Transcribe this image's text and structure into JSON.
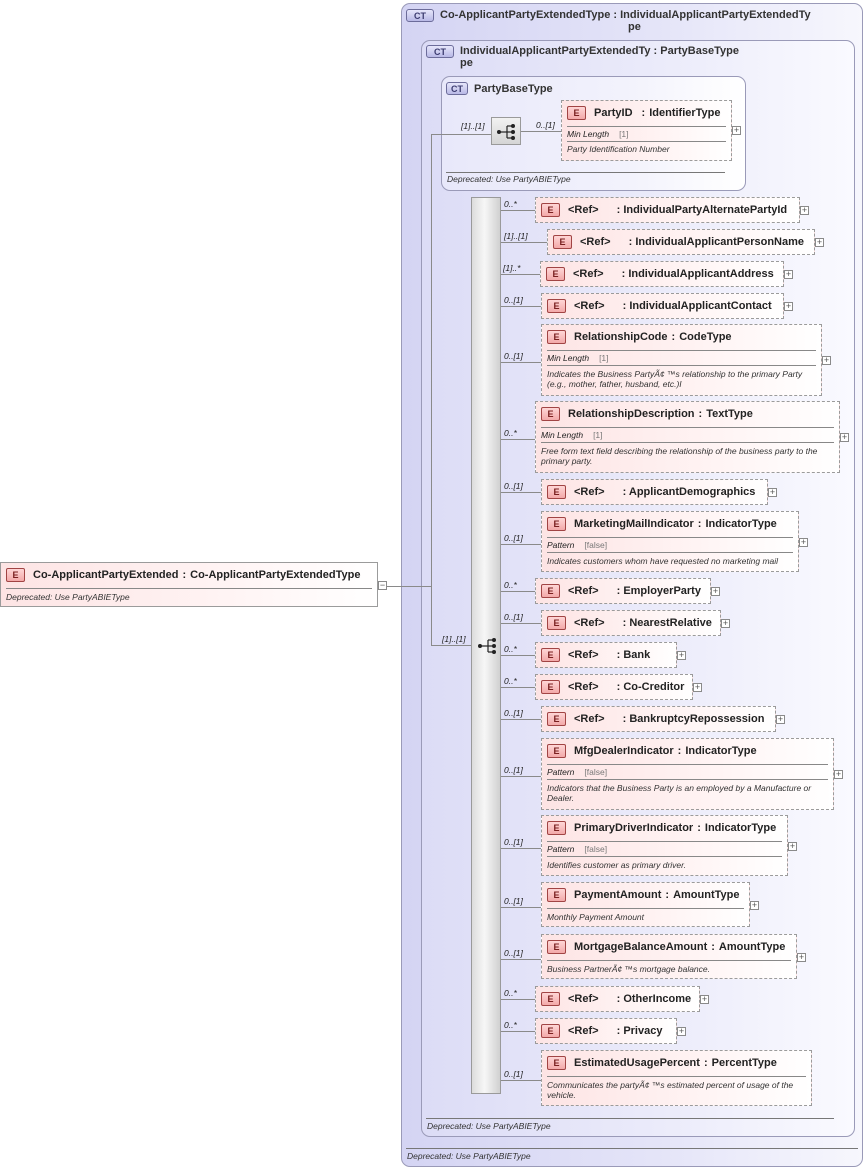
{
  "root_element": {
    "badge": "E",
    "name": "Co-ApplicantPartyExtended",
    "type": "Co-ApplicantPartyExtendedType",
    "doc": "Deprecated: Use PartyABIEType"
  },
  "outer_type": {
    "badge": "CT",
    "title_line1": "Co-ApplicantPartyExtendedType : IndividualApplicantPartyExtendedTy",
    "title_line2": "pe",
    "footer": "Deprecated: Use PartyABIEType"
  },
  "inner_type": {
    "badge": "CT",
    "title_line1": "IndividualApplicantPartyExtendedTy : PartyBaseType",
    "title_line2": "pe",
    "footer": "Deprecated: Use PartyABIEType"
  },
  "base_type": {
    "badge": "CT",
    "title": "PartyBaseType",
    "footer": "Deprecated: Use PartyABIEType",
    "sequence_card": "[1]..[1]",
    "party_id": {
      "card": "0..[1]",
      "name": "PartyID",
      "type": "IdentifierType",
      "facet": "Min Length",
      "facet_value": "[1]",
      "doc": "Party Identification Number"
    }
  },
  "main_sequence_card": "[1]..[1]",
  "children": [
    {
      "card": "0..*",
      "ref": "<Ref>",
      "name": "IndividualPartyAlternatePartyId"
    },
    {
      "card": "[1]..[1]",
      "ref": "<Ref>",
      "name": "IndividualApplicantPersonName"
    },
    {
      "card": "[1]..*",
      "ref": "<Ref>",
      "name": "IndividualApplicantAddress"
    },
    {
      "card": "0..[1]",
      "ref": "<Ref>",
      "name": "IndividualApplicantContact"
    },
    {
      "card": "0..[1]",
      "name": "RelationshipCode",
      "type": "CodeType",
      "facet": "Min Length",
      "facet_value": "[1]",
      "doc": "Indicates the Business PartyÃ¢ ™s relationship to the primary Party (e.g., mother, father, husband, etc.)I"
    },
    {
      "card": "0..*",
      "name": "RelationshipDescription",
      "type": "TextType",
      "facet": "Min Length",
      "facet_value": "[1]",
      "doc": "Free form text field describing the relationship of the business party to the primary party."
    },
    {
      "card": "0..[1]",
      "ref": "<Ref>",
      "name": "ApplicantDemographics"
    },
    {
      "card": "0..[1]",
      "name": "MarketingMailIndicator",
      "type": "IndicatorType",
      "facet": "Pattern",
      "facet_value": "[false]",
      "doc": "Indicates customers whom have requested no marketing mail"
    },
    {
      "card": "0..*",
      "ref": "<Ref>",
      "name": "EmployerParty"
    },
    {
      "card": "0..[1]",
      "ref": "<Ref>",
      "name": "NearestRelative"
    },
    {
      "card": "0..*",
      "ref": "<Ref>",
      "name": "Bank"
    },
    {
      "card": "0..*",
      "ref": "<Ref>",
      "name": "Co-Creditor"
    },
    {
      "card": "0..[1]",
      "ref": "<Ref>",
      "name": "BankruptcyRepossession"
    },
    {
      "card": "0..[1]",
      "name": "MfgDealerIndicator",
      "type": "IndicatorType",
      "facet": "Pattern",
      "facet_value": "[false]",
      "doc": "Indicators that the Business Party is an employed by a Manufacture or Dealer."
    },
    {
      "card": "0..[1]",
      "name": "PrimaryDriverIndicator",
      "type": "IndicatorType",
      "facet": "Pattern",
      "facet_value": "[false]",
      "doc": "Identifies customer as primary driver."
    },
    {
      "card": "0..[1]",
      "name": "PaymentAmount",
      "type": "AmountType",
      "doc": "Monthly Payment Amount"
    },
    {
      "card": "0..[1]",
      "name": "MortgageBalanceAmount",
      "type": "AmountType",
      "doc": "Business PartnerÃ¢ ™s mortgage balance."
    },
    {
      "card": "0..*",
      "ref": "<Ref>",
      "name": "OtherIncome"
    },
    {
      "card": "0..*",
      "ref": "<Ref>",
      "name": "Privacy"
    },
    {
      "card": "0..[1]",
      "name": "EstimatedUsagePercent",
      "type": "PercentType",
      "doc": "Communicates the partyÃ¢ ™s estimated percent of usage of the vehicle."
    }
  ]
}
